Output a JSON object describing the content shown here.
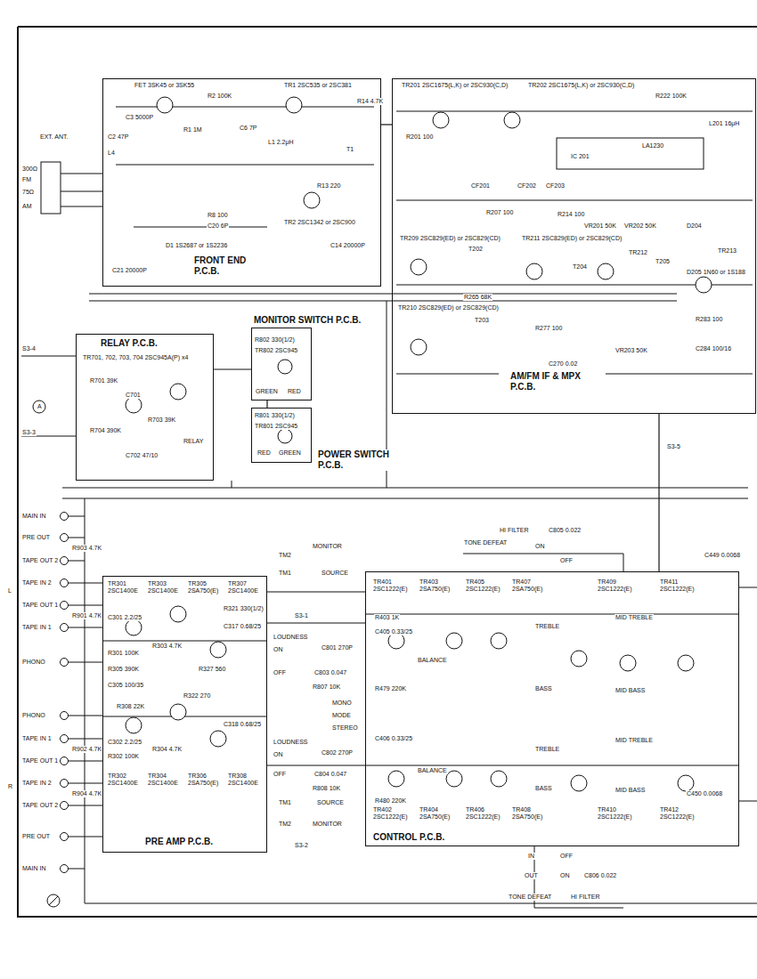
{
  "diagram": {
    "nodes": [
      {
        "text": [
          "FRONT END P.C.B."
        ]
      },
      {
        "text": [
          "AM/FM IF & MPX P.C.B."
        ]
      },
      {
        "text": [
          "RELAY P.C.B."
        ]
      },
      {
        "text": [
          "MONITOR SWITCH P.C.B."
        ]
      },
      {
        "text": [
          "POWER SWITCH P.C.B."
        ]
      },
      {
        "text": [
          "PRE AMP P.C.B."
        ]
      },
      {
        "text": [
          "CONTROL P.C.B."
        ]
      }
    ],
    "edges": [
      {
        "from": 0,
        "to": 1,
        "arrow": "none"
      },
      {
        "from": 2,
        "to": 3,
        "arrow": "none"
      },
      {
        "from": 3,
        "to": 4,
        "arrow": "none"
      },
      {
        "from": 5,
        "to": 6,
        "arrow": "none"
      },
      {
        "from": 1,
        "to": 6,
        "arrow": "none"
      }
    ],
    "labels": [
      "EXT. ANT.",
      "300Ω",
      "FM",
      "75Ω",
      "AM",
      "FET 3SK45 or 3SK55",
      "R2 100K",
      "TR1 2SC535 or 2SC381",
      "R14 4.7K",
      "C3 5000P",
      "C2 47P",
      "L4",
      "R1 1M",
      "C6 7P",
      "L1 2.2μH",
      "T1",
      "R13 220",
      "R8 100",
      "C20 6P",
      "D1 1S2687 or 1S2236",
      "TR2 2SC1342 or 2SC900",
      "C14 20000P",
      "C21 20000P",
      "TR201 2SC1675(L,K) or 2SC930(C,D)",
      "TR202 2SC1675(L,K) or 2SC930(C,D)",
      "R222 100K",
      "IC 201",
      "LA1230",
      "L201 16μH",
      "R201 100",
      "CF201",
      "CF202",
      "CF203",
      "R207 100",
      "R214 100",
      "VR201 50K",
      "VR202 50K",
      "D204",
      "TR209 2SC829(ED) or 2SC829(CD)",
      "T202",
      "TR211 2SC829(ED) or 2SC829(CD)",
      "TR212",
      "TR213",
      "T204",
      "T205",
      "D205 1N60 or 1S188",
      "R265 68K",
      "TR210 2SC829(ED) or 2SC829(CD)",
      "T203",
      "R277 100",
      "VR203 50K",
      "R283 100",
      "C284 100/16",
      "C270 0.02",
      "TR701, 702, 703, 704 2SC945A(P) x4",
      "R701 39K",
      "C701",
      "R703 39K",
      "R704 390K",
      "RELAY",
      "C702 47/10",
      "S3-4",
      "S3-3",
      "A",
      "R802 330(1/2)",
      "TR802 2SC945",
      "GREEN",
      "RED",
      "R801 330(1/2)",
      "TR801 2SC945",
      "RED",
      "GREEN",
      "MAIN IN",
      "PRE OUT",
      "TAPE OUT 2",
      "TAPE IN 2",
      "TAPE OUT 1",
      "TAPE IN 1",
      "PHONO",
      "L",
      "PHONO",
      "TAPE IN 1",
      "TAPE OUT 1",
      "TAPE IN 2",
      "TAPE OUT 2",
      "PRE OUT",
      "MAIN IN",
      "R",
      "R903 4.7K",
      "R901 4.7K",
      "R902 4.7K",
      "R904 4.7K",
      "TR301 2SC1400E",
      "TR303 2SC1400E",
      "TR305 2SA750(E)",
      "TR307 2SC1400E",
      "C301 2.2/25",
      "R303 4.7K",
      "R301 100K",
      "R305 390K",
      "C305 100/35",
      "R327 560",
      "R321 330(1/2)",
      "C317 0.68/25",
      "R308 22K",
      "R322 270",
      "C318 0.68/25",
      "C302 2.2/25",
      "R304 4.7K",
      "R302 100K",
      "TR302 2SC1400E",
      "TR304 2SC1400E",
      "TR306 2SA750(E)",
      "TR308 2SC1400E",
      "TM2",
      "MONITOR",
      "TM1",
      "SOURCE",
      "S3-1",
      "LOUDNESS",
      "ON",
      "C801 270P",
      "OFF",
      "C803 0.047",
      "R807 10K",
      "MONO",
      "MODE",
      "STEREO",
      "LOUDNESS",
      "ON",
      "C802 270P",
      "OFF",
      "C804 0.047",
      "R808 10K",
      "TM1",
      "SOURCE",
      "TM2",
      "MONITOR",
      "S3-2",
      "HI FILTER",
      "C805 0.022",
      "TONE DEFEAT",
      "ON",
      "OFF",
      "C449 0.0068",
      "S3-5",
      "TR401 2SC1222(E)",
      "TR403 2SA750(E)",
      "TR405 2SC1222(E)",
      "TR407 2SA750(E)",
      "TR409 2SC1222(E)",
      "TR411 2SC1222(E)",
      "R403 1K",
      "C405 0.33/25",
      "BALANCE",
      "TREBLE",
      "MID TREBLE",
      "BASS",
      "MID BASS",
      "R479 220K",
      "C406 0.33/25",
      "BALANCE",
      "TREBLE",
      "MID TREBLE",
      "BASS",
      "MID BASS",
      "R480 220K",
      "TR402 2SC1222(E)",
      "TR404 2SA750(E)",
      "TR406 2SC1222(E)",
      "TR408 2SA750(E)",
      "TR410 2SC1222(E)",
      "TR412 2SC1222(E)",
      "C450 0.0068",
      "IN",
      "OUT",
      "OFF",
      "ON",
      "C806 0.022",
      "TONE DEFEAT",
      "HI FILTER"
    ]
  }
}
